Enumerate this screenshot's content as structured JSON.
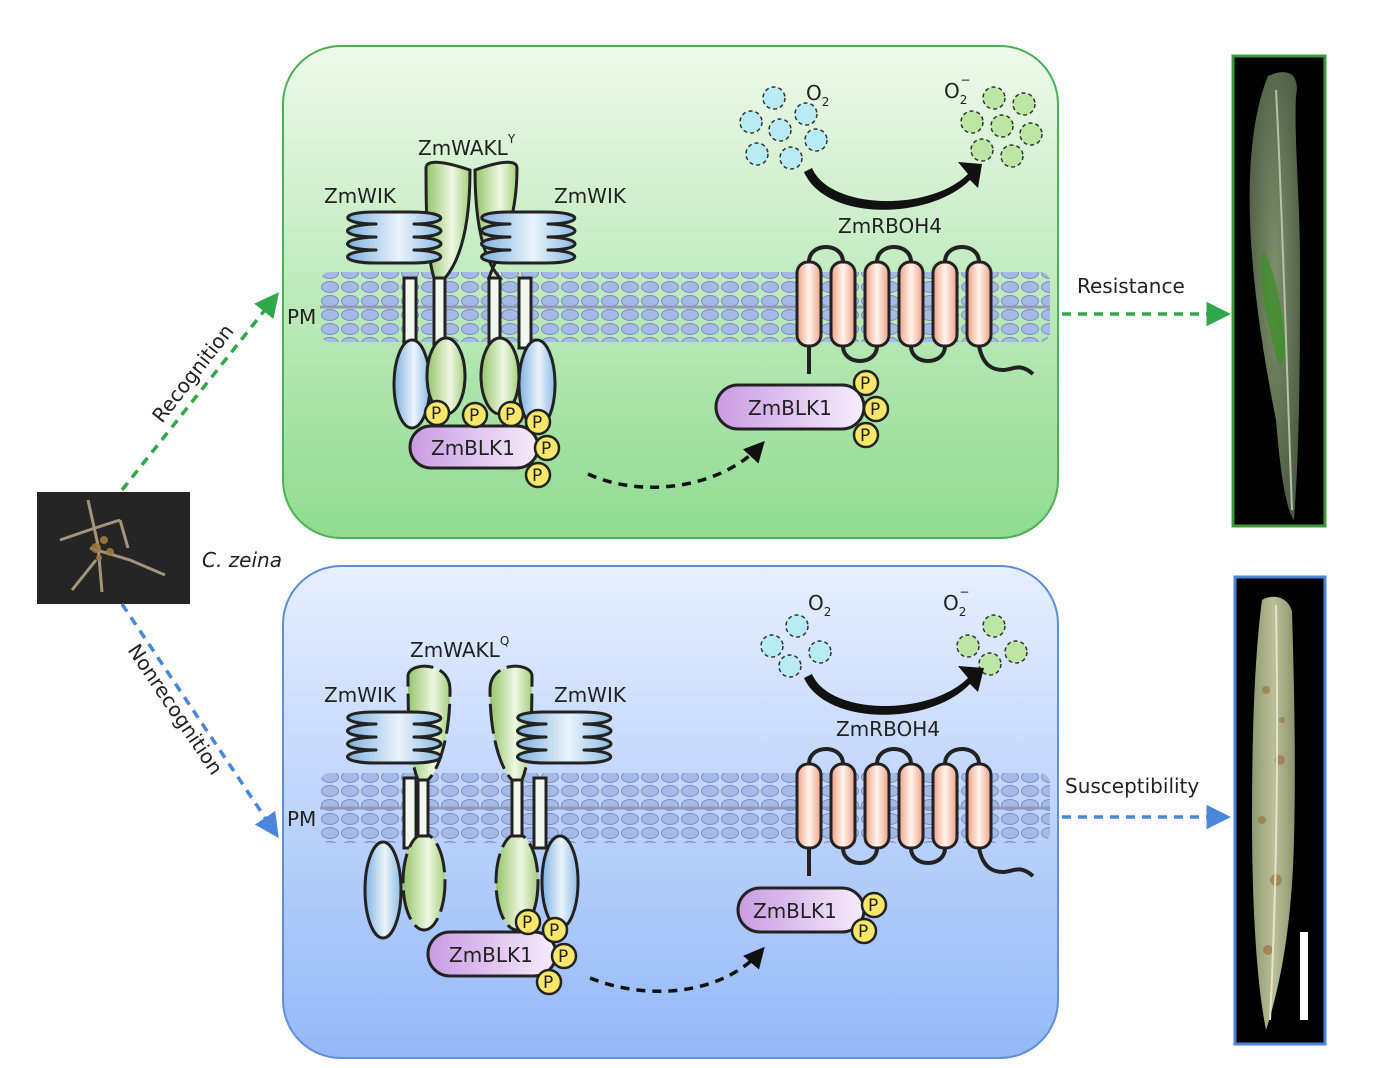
{
  "labels": {
    "pathogen": "C. zeina",
    "recognition": "Recognition",
    "nonrecognition": "Nonrecognition",
    "resistance": "Resistance",
    "susceptibility": "Susceptibility",
    "pm": "PM",
    "wik": "ZmWIK",
    "wakl_base": "ZmWAKL",
    "wakl_top_sup": "Y",
    "wakl_bottom_sup": "Q",
    "blk1": "ZmBLK1",
    "rboh4": "ZmRBOH4",
    "o2": "O",
    "o2_sub": "2",
    "superoxide_sup": "−",
    "p": "P"
  },
  "colors": {
    "top_panel": "#8fdb8f",
    "bottom_panel": "#94b8f7",
    "recognition_arrow": "#2ea84a",
    "nonrecognition_arrow": "#4a86d9",
    "wik": "#a9cdec",
    "wakl": "#b5d98e",
    "blk1": "#d9b6ec",
    "rboh": "#f0b49a",
    "phospho": "#f6e66a",
    "o2_circle": "#b8ecf4",
    "superoxide_circle": "#bde6a4"
  }
}
